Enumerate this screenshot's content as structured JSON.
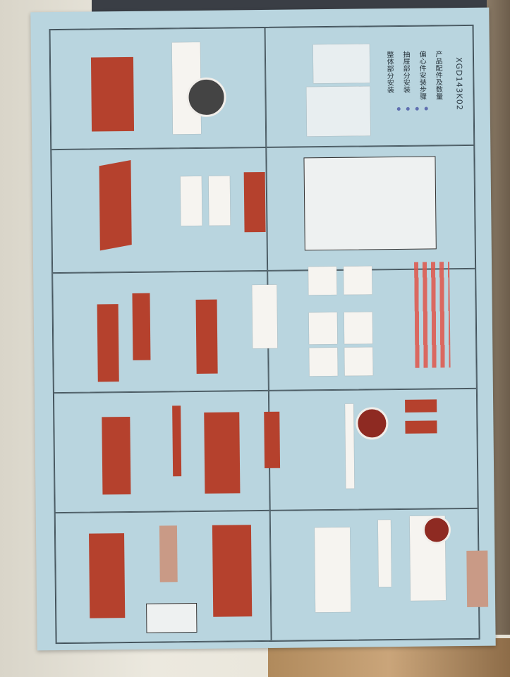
{
  "sheet": {
    "model_code": "XGD143K02",
    "headings": [
      "产品配件及数量",
      "偏心件安装步骤",
      "抽屉部分安装",
      "整体部分安装"
    ]
  },
  "colors": {
    "sheet": "#b9d5df",
    "panel_red": "#b5412d",
    "notes_red": "#e0554a"
  }
}
